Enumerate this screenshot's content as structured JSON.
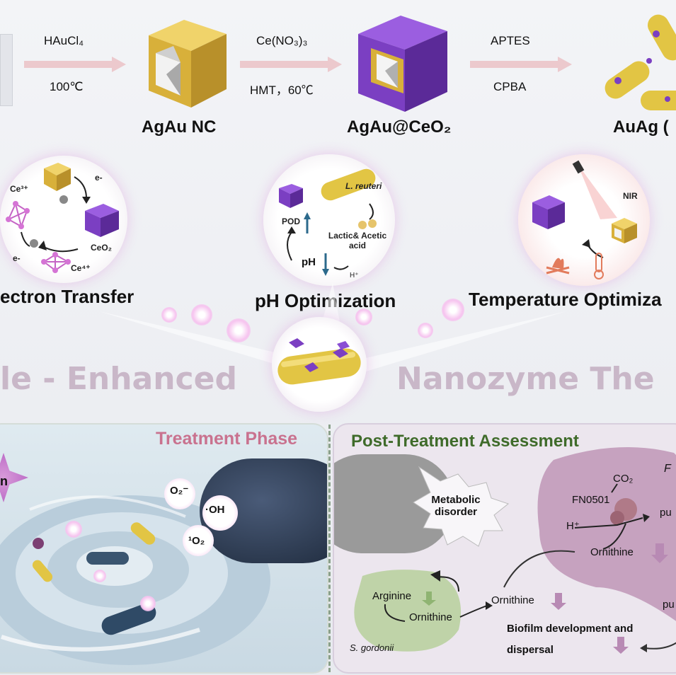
{
  "synthesis": {
    "step1_top": "HAuCl₄",
    "step1_bottom": "100℃",
    "product1": "AgAu NC",
    "step2_top": "Ce(NO₃)₃",
    "step2_bottom": "HMT，60℃",
    "product2": "AgAu@CeO₂",
    "step3_top": "APTES",
    "step3_bottom": "CPBA",
    "product3": "AuAg ("
  },
  "mechanisms": {
    "electron": {
      "title": "ectron Transfer",
      "ce3": "Ce³⁺",
      "ce4": "Ce⁴⁺",
      "ceo2": "CeO₂",
      "e1": "e-",
      "e2": "e-"
    },
    "ph": {
      "title": "pH Optimization",
      "bacterium": "L. reuteri",
      "pod": "POD",
      "acid": "Lactic& Acetic acid",
      "ph": "pH",
      "hplus": "H⁺"
    },
    "temperature": {
      "title": "Temperature Optimiza",
      "nir": "NIR"
    }
  },
  "banner": {
    "left": "le - Enhanced",
    "right": "Nanozyme The"
  },
  "treatment": {
    "title": "Treatment Phase",
    "ros1": "O₂⁻",
    "ros2": "·OH",
    "ros3": "¹O₂",
    "edge_label": "n"
  },
  "assessment": {
    "title": "Post-Treatment Assessment",
    "metabolic": "Metabolic disorder",
    "co2": "CO₂",
    "fn0501": "FN0501",
    "hplus": "H⁺",
    "pu1": "pu",
    "ornithine_cell": "Ornithine",
    "arginine": "Arginine",
    "ornithine_gordonii": "Ornithine",
    "ornithine_mid": "Ornithine",
    "pu2": "pu",
    "biofilm": "Biofilm development and dispersal",
    "gordonii": "S. gordonii",
    "corner": "F"
  },
  "colors": {
    "gold": "#d9b436",
    "purple": "#7b3fc2",
    "pink_title": "#c9728f",
    "green_title": "#3f6b2a",
    "banner": "#c9b7c8"
  }
}
